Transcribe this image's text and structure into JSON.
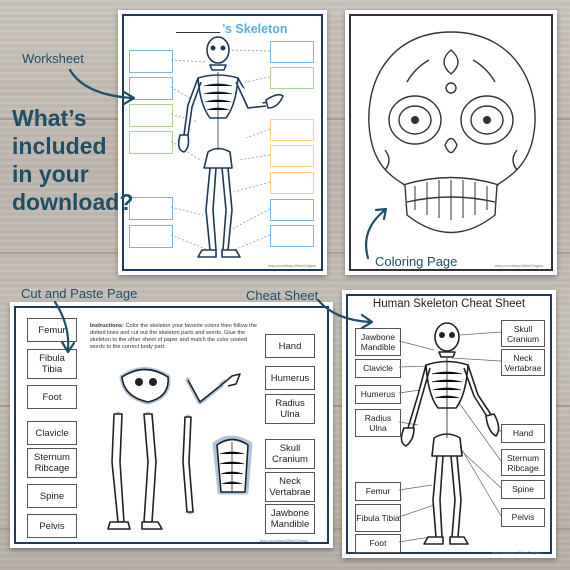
{
  "annotations": {
    "worksheet": "Worksheet",
    "whats_included": [
      "What’s",
      "included",
      "in your",
      "download?"
    ],
    "coloring_page": "Coloring Page",
    "cut_paste": "Cut and Paste Page",
    "cheat_sheet": "Cheat Sheet"
  },
  "worksheet": {
    "title_suffix": "’s Skeleton",
    "footer": "etsy.com/shop/ZekeOrigins"
  },
  "coloring": {
    "footer": "etsy.com/shop/ZekeOrigins"
  },
  "cut_paste": {
    "instructions_label": "Instructions:",
    "instructions_text": "Color the skeleton your favorite colors then follow the dotted lines and cut out the skeleton parts and words. Glue the skeleton to the other sheet of paper and match the color coated words to the correct body part.",
    "left_labels": [
      "Femur",
      "Fibula Tibia",
      "Foot",
      "Clavicle",
      "Sternum Ribcage",
      "Spine",
      "Pelvis"
    ],
    "right_labels": [
      "Hand",
      "Humerus",
      "Radius Ulna",
      "Skull Cranium",
      "Neck Vertabrae",
      "Jawbone Mandible"
    ],
    "footer": "etsy.com/shop/ZekeOrigins"
  },
  "cheat": {
    "title": "Human Skeleton Cheat Sheet",
    "left_labels": [
      "Jawbone Mandible",
      "Clavicle",
      "Humerus",
      "Radius Ulna",
      "Femur",
      "Fibula Tibia",
      "Foot"
    ],
    "right_labels": [
      "Skull Cranium",
      "Neck Vertabrae",
      "Hand",
      "Sternum Ribcage",
      "Spine",
      "Pelvis"
    ],
    "footer": "etsy.com/shop/ZekeOrigins"
  },
  "colors": {
    "annotation": "#1f4f66",
    "frame": "#1d3a5a",
    "blue": "#7fb4df",
    "green": "#a9d39a",
    "yellow": "#f2d27a",
    "title_blue": "#5aaee0"
  }
}
